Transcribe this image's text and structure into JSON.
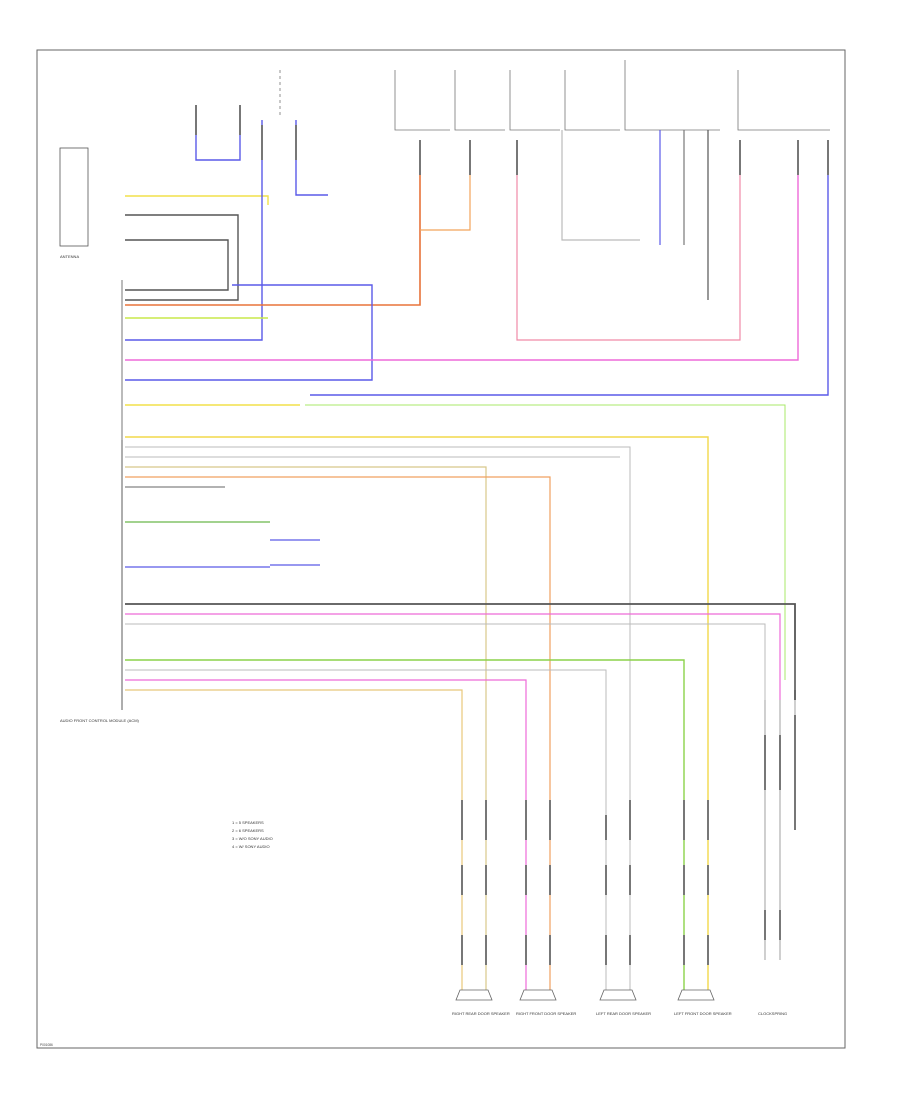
{
  "diagram": {
    "footer_code": "P001086",
    "components": {
      "antenna": "ANTENNA",
      "audio_module": "AUDIO FRONT CONTROL MODULE (ACM)",
      "rr_spk": "RIGHT REAR DOOR SPEAKER",
      "rf_spk": "RIGHT FRONT DOOR SPEAKER",
      "lr_spk": "LEFT REAR DOOR SPEAKER",
      "lf_spk": "LEFT FRONT DOOR SPEAKER",
      "ccm": "CLOCKSPRING"
    },
    "legend": [
      "1 = 5 SPEAKERS",
      "2 = 6 SPEAKERS",
      "3 = W/O SONY AUDIO",
      "4 = W/ SONY AUDIO"
    ],
    "wire_colors": {
      "yellow": "#f2e14a",
      "blue": "#5a5ae8",
      "orange": "#e8733a",
      "pink": "#ee6ad8",
      "green": "#8bd24a",
      "gray": "#9a9a9a",
      "dark": "#444444",
      "red": "#e85a5a"
    }
  }
}
